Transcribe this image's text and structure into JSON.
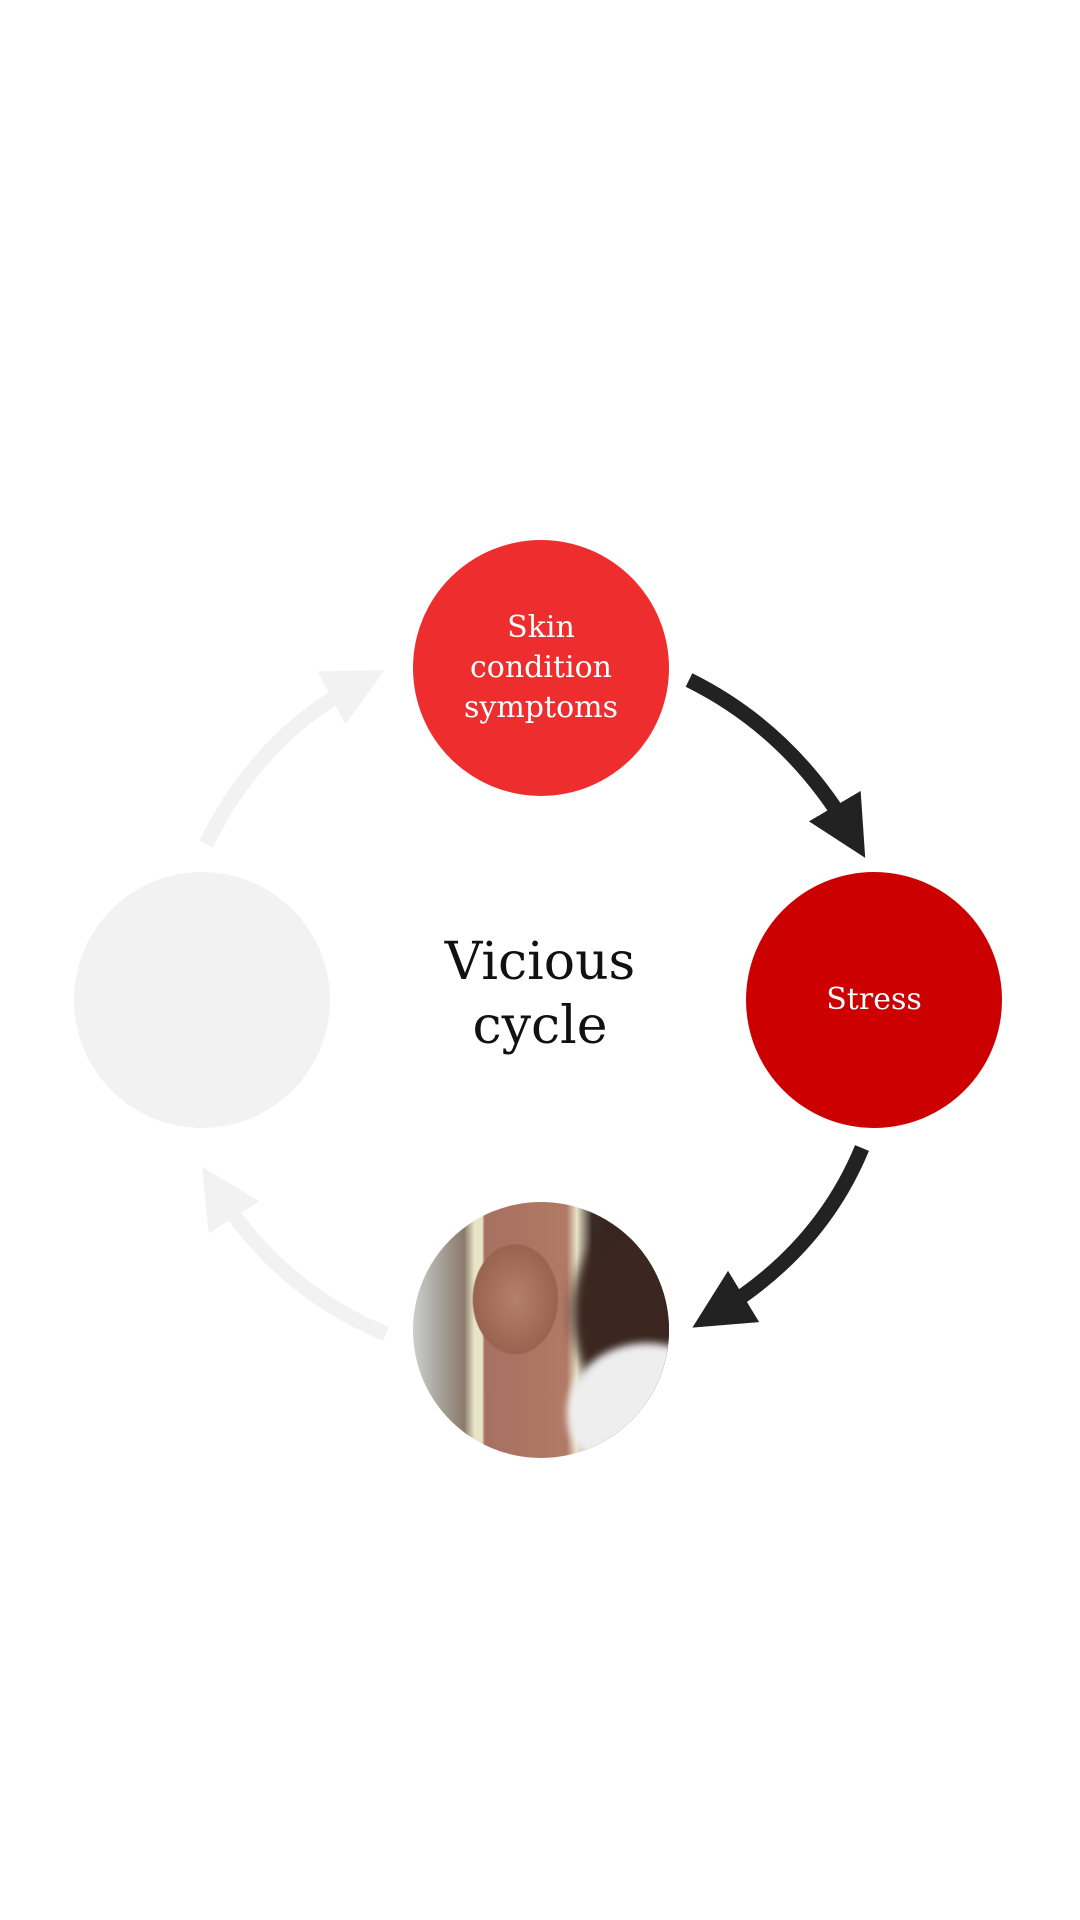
{
  "nodes": {
    "top": {
      "label_lines": [
        "Skin",
        "condition",
        "symptoms"
      ],
      "color": "#ee2e2e"
    },
    "right": {
      "label": "Stress",
      "color": "#cc0000"
    },
    "left": {
      "label": "",
      "color": "#f2f2f2"
    },
    "bottom": {
      "image": "person-examining-skin-in-mirror-photo"
    }
  },
  "center_text": {
    "line1": "Vicious",
    "line2": "cycle"
  },
  "colors": {
    "active_arrow": "#222222",
    "inactive_arrow": "#f2f2f2"
  }
}
